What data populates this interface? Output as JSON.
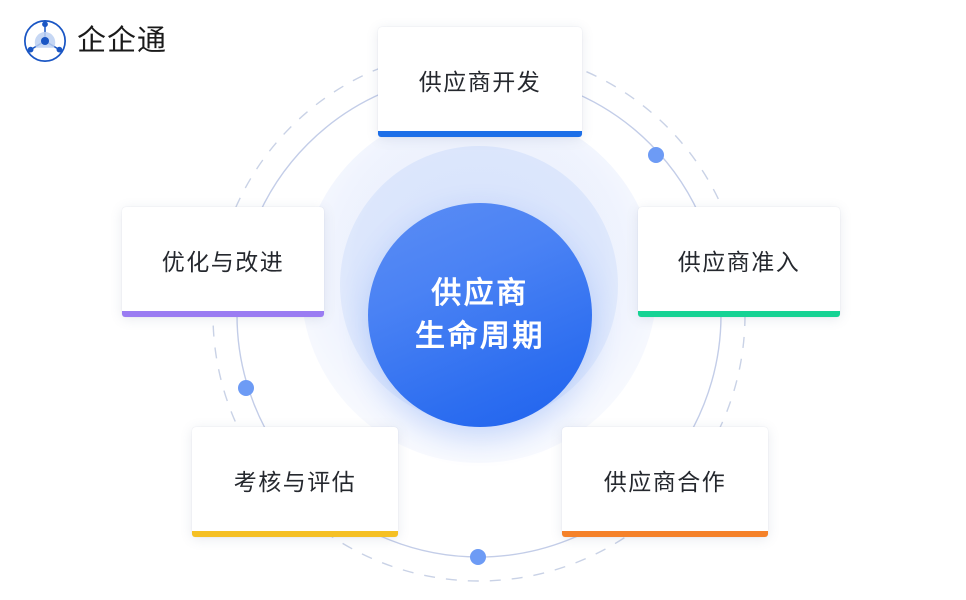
{
  "brand": {
    "name": "企企通",
    "logo_icon": "tri-node-circle-logo-icon",
    "logo_color": "#1a56c4"
  },
  "center": {
    "line1": "供应商",
    "line2": "生命周期",
    "gradient_from": "#5b8df5",
    "gradient_to": "#1f62ee",
    "text_color": "#ffffff"
  },
  "stages": [
    {
      "id": "top",
      "label": "供应商开发",
      "accent": "#1d6fe8",
      "position": "top"
    },
    {
      "id": "right",
      "label": "供应商准入",
      "accent": "#16d394",
      "position": "right"
    },
    {
      "id": "bottomright",
      "label": "供应商合作",
      "accent": "#f5822a",
      "position": "bottom-right"
    },
    {
      "id": "bottomleft",
      "label": "考核与评估",
      "accent": "#f5c024",
      "position": "bottom-left"
    },
    {
      "id": "left",
      "label": "优化与改进",
      "accent": "#9a7cf2",
      "position": "left"
    }
  ],
  "decor": {
    "solid_ring_color": "#c3cde8",
    "dashed_ring_color": "#c9d2e6",
    "node_color": "#6d9bf5",
    "node_count": 3
  }
}
